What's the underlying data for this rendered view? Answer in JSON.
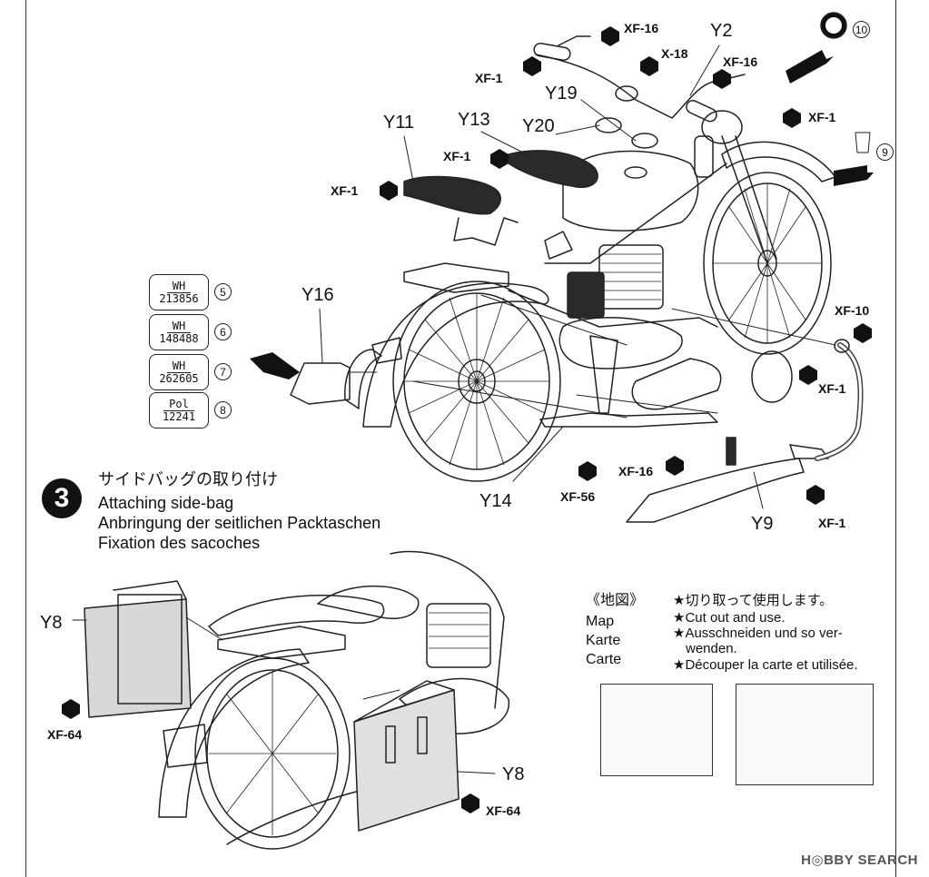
{
  "parts": {
    "y2": "Y2",
    "y19": "Y19",
    "y11": "Y11",
    "y13": "Y13",
    "y20": "Y20",
    "y16": "Y16",
    "y14": "Y14",
    "y9": "Y9",
    "y8_top": "Y8",
    "y8_bottom": "Y8"
  },
  "paints": {
    "xf16_top": "XF-16",
    "xf1_top": "XF-1",
    "x18": "X-18",
    "xf16_right": "XF-16",
    "xf1_right": "XF-1",
    "xf1_mid": "XF-1",
    "xf1_left": "XF-1",
    "xf10": "XF-10",
    "xf1_exhaust": "XF-1",
    "xf16_bottom": "XF-16",
    "xf56": "XF-56",
    "xf1_bottom": "XF-1",
    "xf64_left": "XF-64",
    "xf64_right": "XF-64"
  },
  "circled": {
    "c10": "10",
    "c9": "9",
    "c5": "5",
    "c6": "6",
    "c7": "7",
    "c8": "8"
  },
  "plates": [
    {
      "line1": "WH",
      "line2": "213856"
    },
    {
      "line1": "WH",
      "line2": "148488"
    },
    {
      "line1": "WH",
      "line2": "262605"
    },
    {
      "line1": "Pol",
      "line2": "12241"
    }
  ],
  "step3": {
    "number": "3",
    "jp": "サイドバッグの取り付け",
    "en": "Attaching side-bag",
    "de": "Anbringung der seitlichen Packtaschen",
    "fr": "Fixation des sacoches"
  },
  "map": {
    "jp_label": "《地図》",
    "en_label": "Map",
    "de_label": "Karte",
    "fr_label": "Carte",
    "jp_text": "★切り取って使用します。",
    "en_text": "★Cut out and use.",
    "de_text_1": "★Ausschneiden und so ver-",
    "de_text_2": "wenden.",
    "fr_text": "★Découper la carte et utilisée."
  },
  "watermark": "H◎BBY SEARCH"
}
